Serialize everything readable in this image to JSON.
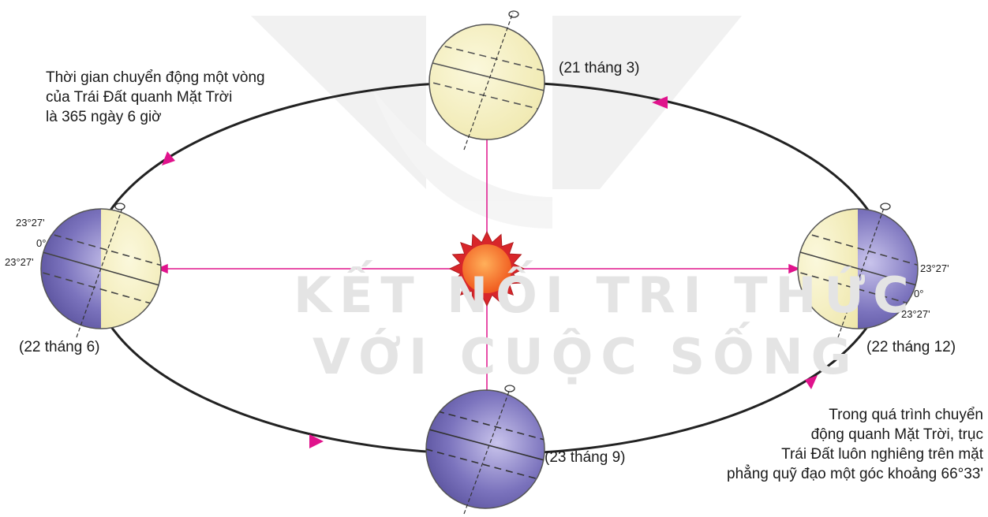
{
  "watermark": {
    "line1": "KẾT NỐI TRI THỨC",
    "line2": "VỚI CUỘC SỐNG"
  },
  "notes": {
    "top_left": [
      "Thời gian chuyển động một vòng",
      "của Trái Đất quanh Mặt Trời",
      "là 365 ngày 6 giờ"
    ],
    "bottom_right": [
      "Trong quá trình chuyển",
      "động quanh Mặt Trời, trục",
      "Trái Đất luôn nghiêng trên mặt",
      "phẳng quỹ đạo một góc khoảng 66°33'"
    ]
  },
  "dates": {
    "march": "(21 tháng 3)",
    "june": "(22 tháng 6)",
    "september": "(23 tháng 9)",
    "december": "(22 tháng 12)"
  },
  "latitudes": {
    "left": [
      "23°27'",
      "0°",
      "23°27'"
    ],
    "right": [
      "23°27'",
      "0°",
      "23°27'"
    ]
  },
  "colors": {
    "orbit": "#222222",
    "arrow": "#e0138c",
    "ray": "#e0138c",
    "day_side": "#f6f0bf",
    "night_side": "#6b63ad",
    "sun_core": "#f26522",
    "sun_rays": "#d8262a"
  }
}
